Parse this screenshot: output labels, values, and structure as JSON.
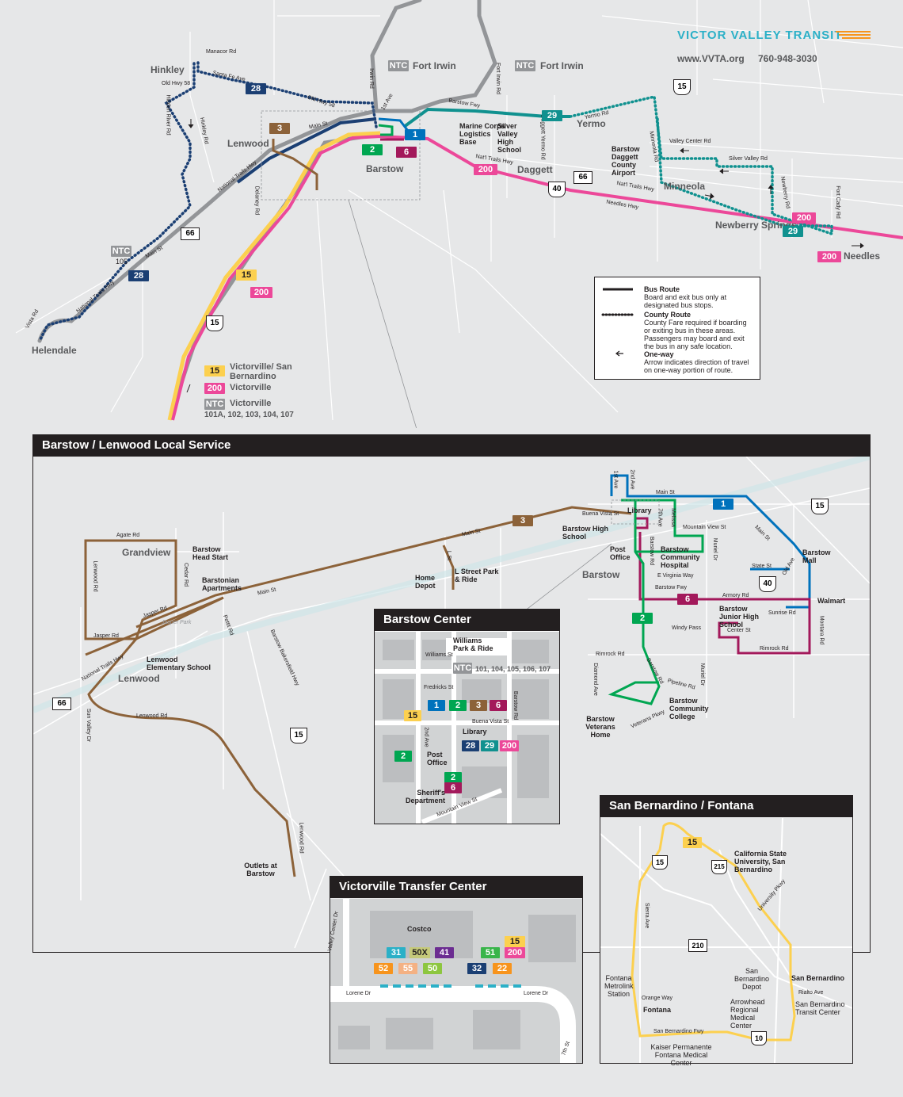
{
  "brand": {
    "title": "VICTOR VALLEY TRANSIT",
    "website": "www.VVTA.org",
    "phone": "760-948-3030",
    "color_primary": "#2bb0c7",
    "color_accent": "#f7941d"
  },
  "regional": {
    "places": [
      "Hinkley",
      "Lenwood",
      "Barstow",
      "Helendale",
      "Yermo",
      "Daggett",
      "Minneola",
      "Newberry Springs"
    ],
    "pois": {
      "marine": "Marine Corps Logistics Base",
      "silver": "Silver Valley High School",
      "airport": "Barstow Daggett County Airport"
    },
    "fort_irwin": "Fort Irwin",
    "needles": "Needles",
    "roads": [
      "Manacor Rd",
      "Santa Fe Ave",
      "Old Hwy 58",
      "Old Hwy 58",
      "Hidden River Rd",
      "Hinkley Rd",
      "Main St",
      "National Trails Hwy",
      "Main St",
      "National Trails Hwy",
      "Vista Rd",
      "Irwin Rd",
      "1st Ave",
      "Barstow Fwy",
      "Fort Irwin Rd",
      "Daggett Yermo Rd",
      "Yermo Rd",
      "Nat'l Trails Hwy",
      "Nat'l Trails Hwy",
      "Needles Hwy",
      "Minneola Rd",
      "Valley Center Rd",
      "Silver Valley Rd",
      "Newberry Rd",
      "Fort Cady Rd",
      "Delaney Rd"
    ],
    "ntc_105": "105",
    "routes": {
      "r1": "1",
      "r2": "2",
      "r3": "3",
      "r6": "6",
      "r15": "15",
      "r28": "28",
      "r29": "29",
      "r200": "200",
      "ntc": "NTC"
    },
    "highways": {
      "i15": "15",
      "i40": "40",
      "us66": "66"
    }
  },
  "legend_routes": [
    {
      "badge": "15",
      "text": "Victorville/ San Bernardino",
      "color": "#fcd04f",
      "text_color": "#231f20"
    },
    {
      "badge": "200",
      "text": "Victorville",
      "color": "#ec4899",
      "text_color": "#ffffff"
    },
    {
      "badge": "NTC",
      "text": "Victorville",
      "sub": "101A, 102, 103, 104, 107",
      "color": "#939598",
      "text_color": "#ffffff"
    }
  ],
  "legend": {
    "bus_title": "Bus Route",
    "bus_desc": "Board and exit bus only at designated bus stops.",
    "county_title": "County Route",
    "county_desc": "County Fare required if boarding or exiting bus in these areas. Passengers may board and exit the bus in any safe location.",
    "oneway_title": "One-way",
    "oneway_desc": "Arrow indicates direction of travel on one-way portion of route."
  },
  "local": {
    "title": "Barstow / Lenwood Local Service",
    "places": [
      "Grandview",
      "Lenwood",
      "Barstow"
    ],
    "pois": {
      "head_start": "Barstow Head Start",
      "apartments": "Barstonian Apartments",
      "elementary": "Lenwood Elementary School",
      "outlets": "Outlets at Barstow",
      "high_school": "Barstow High School",
      "home_depot": "Home Depot",
      "park_ride": "L Street Park & Ride",
      "library": "Library",
      "post_office": "Post Office",
      "hospital": "Barstow Community Hospital",
      "mall": "Barstow Mall",
      "walmart": "Walmart",
      "junior_high": "Barstow Junior High School",
      "college": "Barstow Community College",
      "veterans": "Barstow Veterans Home"
    },
    "roads": [
      "Agate Rd",
      "Lenwood Rd",
      "Cedar Rd",
      "Jasper Rd",
      "Jasper Rd",
      "Jasper Park",
      "Main St",
      "Pettit Rd",
      "Main St",
      "National Trails Hwy",
      "Barstow Bakersfield Hwy",
      "Sun Valley Dr",
      "Lenwood Rd",
      "Lenwood Rd",
      "L St",
      "Buena Vista St",
      "1st Ave",
      "2nd Ave",
      "Main St",
      "7th Ave",
      "Melissa",
      "Mountain View St",
      "Muriel Dr",
      "Main St",
      "State St",
      "Old Ave",
      "Barstow Rd",
      "E Virginia Way",
      "Barstow Fwy",
      "Armory Rd",
      "Sunrise Rd",
      "Montara Rd",
      "Windy Pass",
      "Center St",
      "Rimrock Rd",
      "Rimrock Rd",
      "Diamond Ave",
      "Barstow Rd",
      "Pipeline Rd",
      "Muriel Dr",
      "Veterans Pkwy"
    ]
  },
  "center": {
    "title": "Barstow Center",
    "williams": "Williams Park & Ride",
    "williams_st": "Williams St",
    "ntc_routes": "101, 104, 105, 106, 107",
    "fredricks": "Fredricks St",
    "buena": "Buena Vista St",
    "second": "2nd Ave",
    "barstow_rd": "Barstow Rd",
    "library": "Library",
    "post": "Post Office",
    "sheriff": "Sheriff's Department",
    "mountain": "Mountain View St"
  },
  "victorville": {
    "title": "Victorville Transfer Center",
    "costco": "Costco",
    "lorene1": "Lorene Dr",
    "lorene2": "Lorene Dr",
    "valley": "Valley Center Dr",
    "seventh": "7th St",
    "badges": [
      {
        "t": "31",
        "c": "#2bb0c7"
      },
      {
        "t": "50X",
        "c": "#c5c97a",
        "tc": "#231f20"
      },
      {
        "t": "41",
        "c": "#6b2c91"
      },
      {
        "t": "52",
        "c": "#f7941d"
      },
      {
        "t": "55",
        "c": "#f4b183"
      },
      {
        "t": "50",
        "c": "#8dc63f"
      },
      {
        "t": "51",
        "c": "#39b54a"
      },
      {
        "t": "200",
        "c": "#ec4899"
      },
      {
        "t": "15",
        "c": "#fcd04f",
        "tc": "#231f20"
      },
      {
        "t": "32",
        "c": "#1b3f73"
      },
      {
        "t": "22",
        "c": "#f7941d"
      }
    ]
  },
  "sanbern": {
    "title": "San Bernardino / Fontana",
    "csusb": "California State University, San Bernardino",
    "univ": "University Pkwy",
    "sierra": "Sierra Ave",
    "fontana_station": "Fontana Metrolink Station",
    "fontana": "Fontana",
    "orange": "Orange Way",
    "depot": "San Bernardino Depot",
    "sb": "San Bernardino",
    "rialto": "Rialto Ave",
    "sbtc": "San Bernardino Transit Center",
    "arrowhead": "Arrowhead Regional Medical Center",
    "sbfwy": "San Bernardino Fwy",
    "kaiser": "Kaiser Permanente Fontana Medical Center",
    "i15": "15",
    "i215": "215",
    "i210": "210",
    "i10": "10",
    "r15": "15"
  }
}
